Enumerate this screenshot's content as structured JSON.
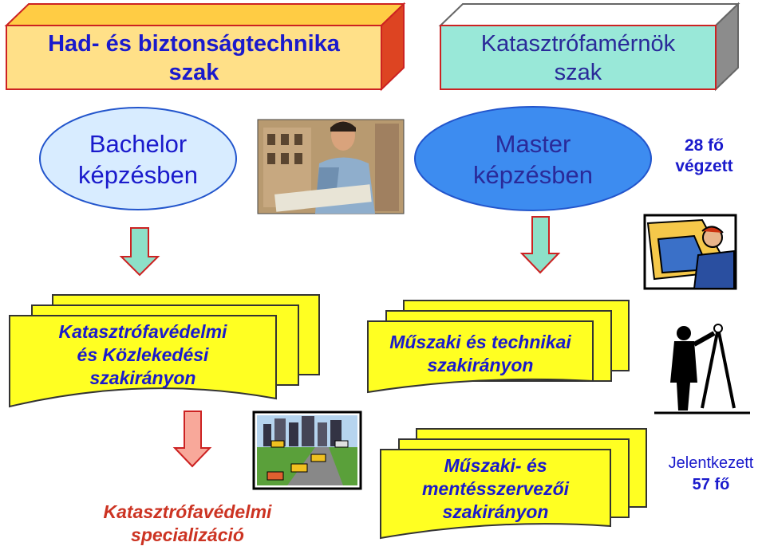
{
  "boxes": {
    "left_title": [
      "Had- és  biztonságtechnika",
      "szak"
    ],
    "right_title": [
      "Katasztrófamérnök",
      "szak"
    ]
  },
  "ellipses": {
    "bachelor": [
      "Bachelor",
      "képzésben"
    ],
    "master": [
      "Master",
      "képzésben"
    ]
  },
  "counts": {
    "master_graduates": [
      "28 fő",
      "végzett"
    ],
    "reported": [
      "Jelentkezett",
      "57 fő"
    ]
  },
  "cards": {
    "disaster_transport": [
      "Katasztrófavédelmi",
      "és Közlekedési",
      "szakirányon"
    ],
    "technical": [
      "Műszaki és technikai",
      "szakirányon"
    ],
    "rescue": [
      "Műszaki- és",
      "mentésszervezői",
      "szakirányon"
    ]
  },
  "specialization": [
    "Katasztrófavédelmi",
    "specializáció"
  ],
  "colors": {
    "left_box_fill": "#ffe088",
    "right_box_fill": "#99e8d8",
    "bachelor_fill": "#d8ecff",
    "master_fill": "#3d8cf0",
    "card_fill": "#ffff22",
    "arrow_green": "#8de0c8",
    "arrow_salmon": "#f8a89a",
    "text_blue": "#1a1acc",
    "text_red": "#cc3322"
  }
}
